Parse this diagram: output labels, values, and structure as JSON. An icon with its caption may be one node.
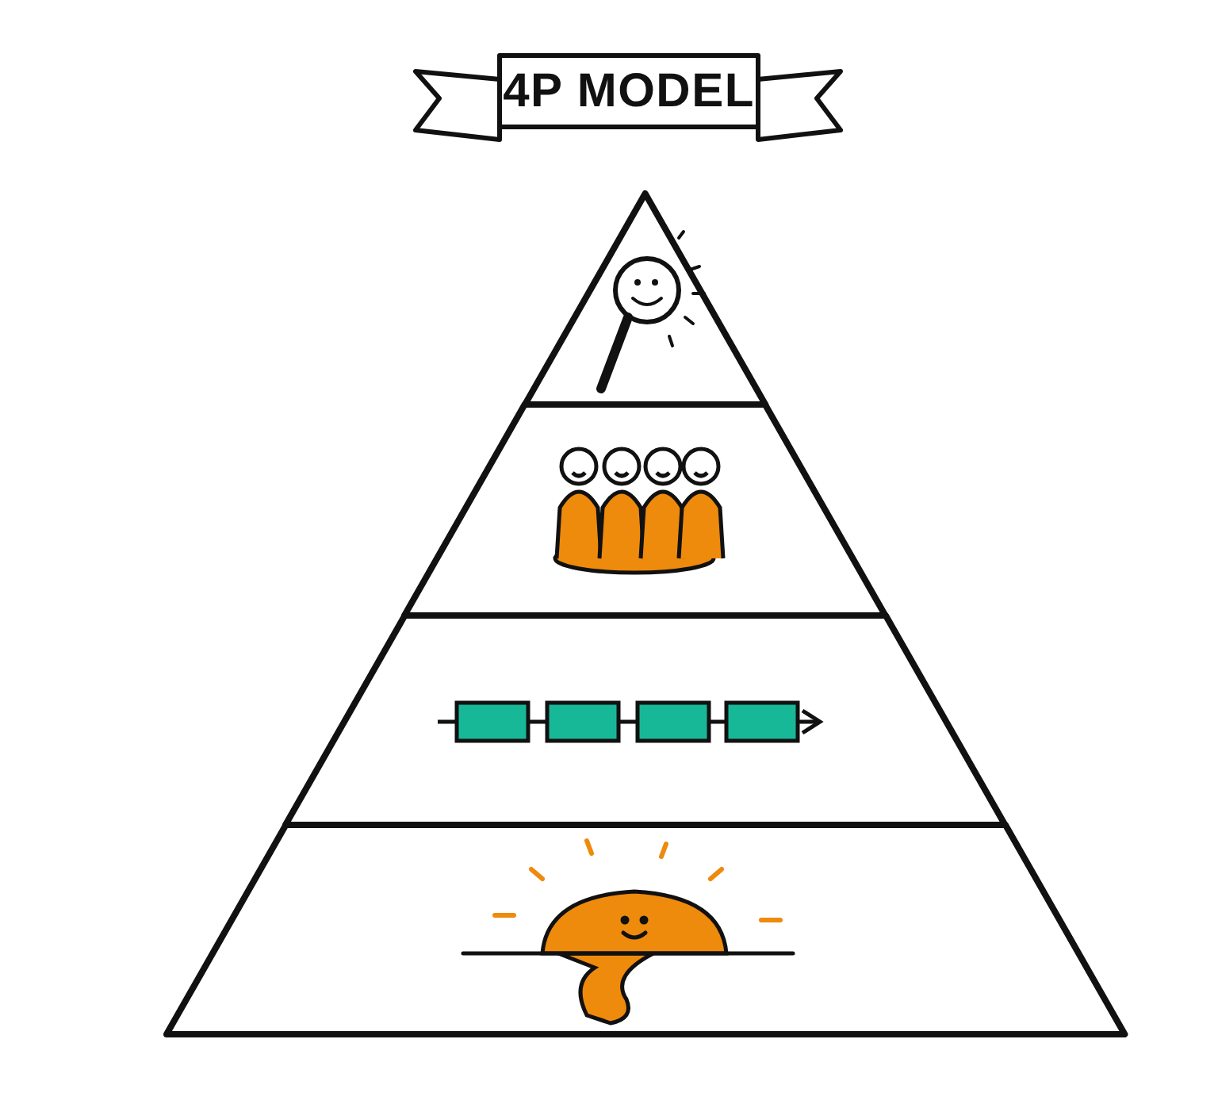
{
  "diagram": {
    "title": "4P MODEL",
    "nodes": [
      {
        "text": [],
        "shape": "band"
      },
      {
        "text": [],
        "shape": "band"
      },
      {
        "text": [],
        "shape": "band"
      },
      {
        "text": [],
        "shape": "band"
      }
    ],
    "edges": []
  }
}
